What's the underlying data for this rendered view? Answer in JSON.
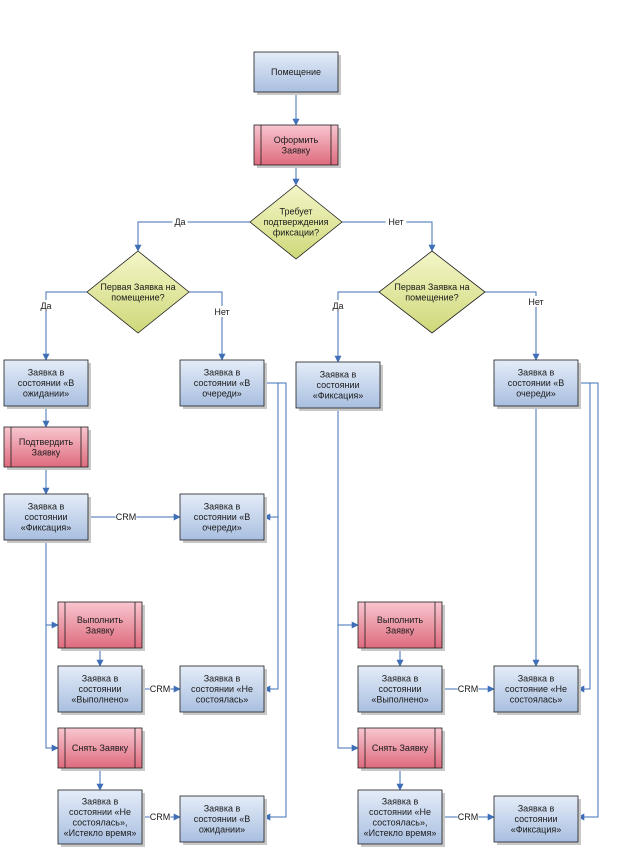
{
  "diagram": {
    "nodes": [
      {
        "id": "premises",
        "kind": "state",
        "lines": [
          "Помещение"
        ]
      },
      {
        "id": "create_request",
        "kind": "action",
        "lines": [
          "Оформить",
          "Заявку"
        ]
      },
      {
        "id": "needs_fixation",
        "kind": "decision",
        "lines": [
          "Требует",
          "подтверждения",
          "фиксации?"
        ]
      },
      {
        "id": "first_request_left",
        "kind": "decision",
        "lines": [
          "Первая Заявка на",
          "помещение?"
        ]
      },
      {
        "id": "first_request_right",
        "kind": "decision",
        "lines": [
          "Первая Заявка на",
          "помещение?"
        ]
      },
      {
        "id": "state_waiting",
        "kind": "state",
        "lines": [
          "Заявка в",
          "состоянии «В",
          "ожидании»"
        ]
      },
      {
        "id": "state_queue_1",
        "kind": "state",
        "lines": [
          "Заявка в",
          "состоянии «В",
          "очереди»"
        ]
      },
      {
        "id": "state_fixation_r",
        "kind": "state",
        "lines": [
          "Заявка в",
          "состоянии",
          "«Фиксация»"
        ]
      },
      {
        "id": "state_queue_r",
        "kind": "state",
        "lines": [
          "Заявка в",
          "состоянии «В",
          "очереди»"
        ]
      },
      {
        "id": "confirm_request",
        "kind": "action",
        "lines": [
          "Подтвердить",
          "Заявку"
        ]
      },
      {
        "id": "state_fixation_l",
        "kind": "state",
        "lines": [
          "Заявка в",
          "состоянии",
          "«Фиксация»"
        ]
      },
      {
        "id": "state_queue_2",
        "kind": "state",
        "lines": [
          "Заявка в",
          "состоянии «В",
          "очереди»"
        ]
      },
      {
        "id": "execute_l",
        "kind": "action",
        "lines": [
          "Выполнить",
          "Заявку"
        ]
      },
      {
        "id": "execute_r",
        "kind": "action",
        "lines": [
          "Выполнить",
          "Заявку"
        ]
      },
      {
        "id": "done_l",
        "kind": "state",
        "lines": [
          "Заявка в",
          "состоянии",
          "«Выполнено»"
        ]
      },
      {
        "id": "not_held_l",
        "kind": "state",
        "lines": [
          "Заявка в",
          "состоянии «Не",
          "состоялась»"
        ]
      },
      {
        "id": "done_r",
        "kind": "state",
        "lines": [
          "Заявка в",
          "состоянии",
          "«Выполнено»"
        ]
      },
      {
        "id": "not_held_r",
        "kind": "state",
        "lines": [
          "Заявка в",
          "состояние «Не",
          "состоялась»"
        ]
      },
      {
        "id": "cancel_l",
        "kind": "action",
        "lines": [
          "Снять Заявку"
        ]
      },
      {
        "id": "cancel_r",
        "kind": "action",
        "lines": [
          "Снять Заявку"
        ]
      },
      {
        "id": "cancelled_l",
        "kind": "state",
        "lines": [
          "Заявка в",
          "состоянии «Не",
          "состоялась»,",
          "«Истекло время»"
        ]
      },
      {
        "id": "waiting_bottom",
        "kind": "state",
        "lines": [
          "Заявка в",
          "состоянии «В",
          "ожидании»"
        ]
      },
      {
        "id": "cancelled_r",
        "kind": "state",
        "lines": [
          "Заявка в",
          "состоянии «Не",
          "состоялась»,",
          "«Истекло время»"
        ]
      },
      {
        "id": "fixation_bottom",
        "kind": "state",
        "lines": [
          "Заявка в",
          "состоянии",
          "«Фиксация»"
        ]
      }
    ],
    "edge_labels": [
      {
        "id": "yes_top",
        "text": "Да"
      },
      {
        "id": "no_top",
        "text": "Нет"
      },
      {
        "id": "yes_left",
        "text": "Да"
      },
      {
        "id": "no_left",
        "text": "Нет"
      },
      {
        "id": "yes_right",
        "text": "Да"
      },
      {
        "id": "no_right",
        "text": "Нет"
      },
      {
        "id": "crm_1",
        "text": "CRM"
      },
      {
        "id": "crm_2",
        "text": "CRM"
      },
      {
        "id": "crm_3",
        "text": "CRM"
      },
      {
        "id": "crm_4",
        "text": "CRM"
      },
      {
        "id": "crm_5",
        "text": "CRM"
      }
    ],
    "colors": {
      "state_fill_top": "#e4ecf8",
      "state_fill_bottom": "#a9bfe0",
      "state_stroke": "#1f1f1f",
      "action_fill_top": "#f8c6cf",
      "action_fill_bottom": "#de6b7e",
      "decision_fill_top": "#f4f6c8",
      "decision_fill_bottom": "#cfd87a",
      "edge": "#3f6fb7"
    }
  }
}
